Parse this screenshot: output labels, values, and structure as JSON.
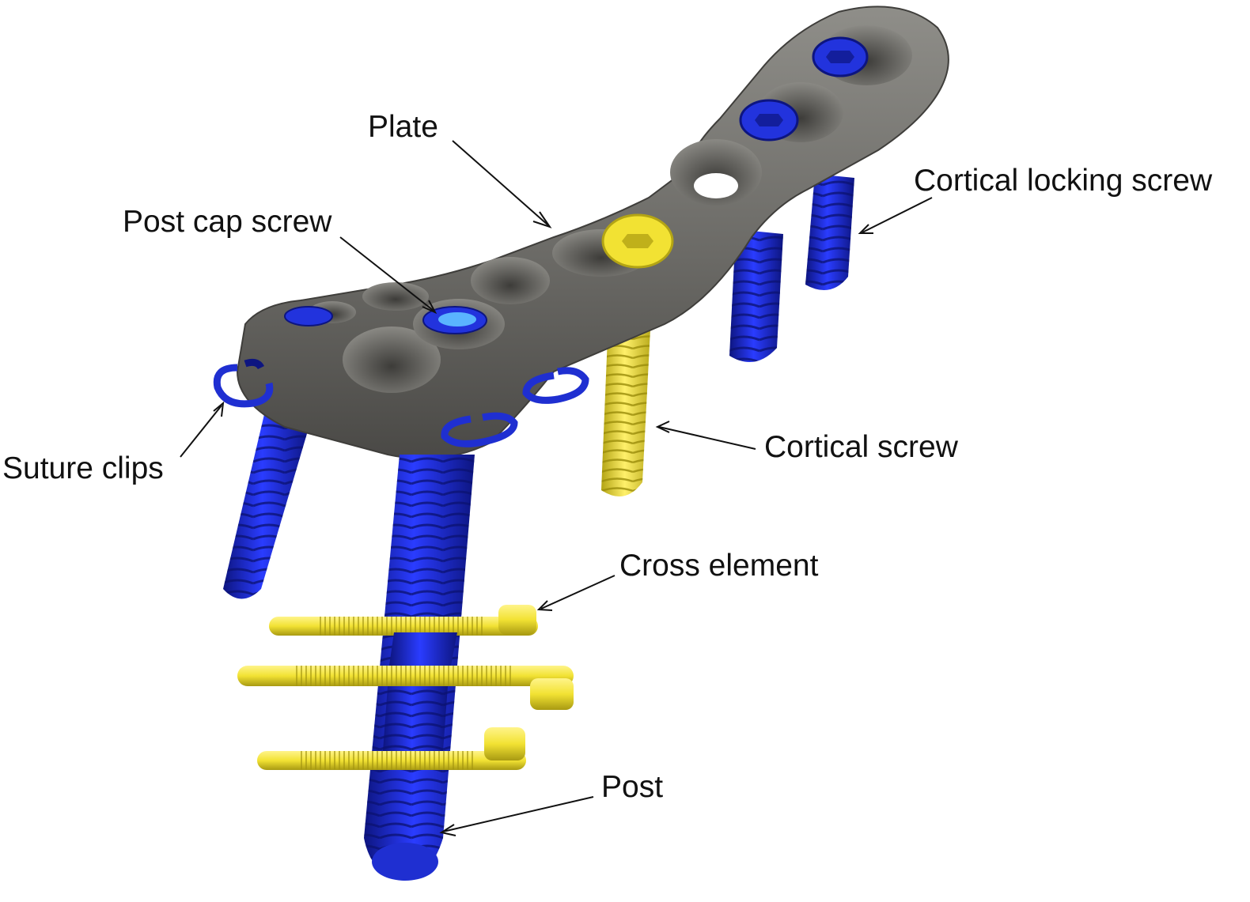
{
  "labels": {
    "plate": "Plate",
    "post_cap_screw": "Post cap screw",
    "cortical_locking_screw": "Cortical locking screw",
    "suture_clips": "Suture clips",
    "cortical_screw": "Cortical screw",
    "cross_element": "Cross element",
    "post": "Post"
  },
  "colors": {
    "plate": "#6b6a66",
    "plate_light": "#8f8e89",
    "plate_dark": "#4a4946",
    "blue": "#1f2fd1",
    "blue_dark": "#0d1580",
    "blue_light": "#5c6cff",
    "yellow": "#f2e233",
    "yellow_dark": "#b3a414",
    "cap_light": "#5ab4ff",
    "text": "#111111",
    "background": "#ffffff"
  }
}
